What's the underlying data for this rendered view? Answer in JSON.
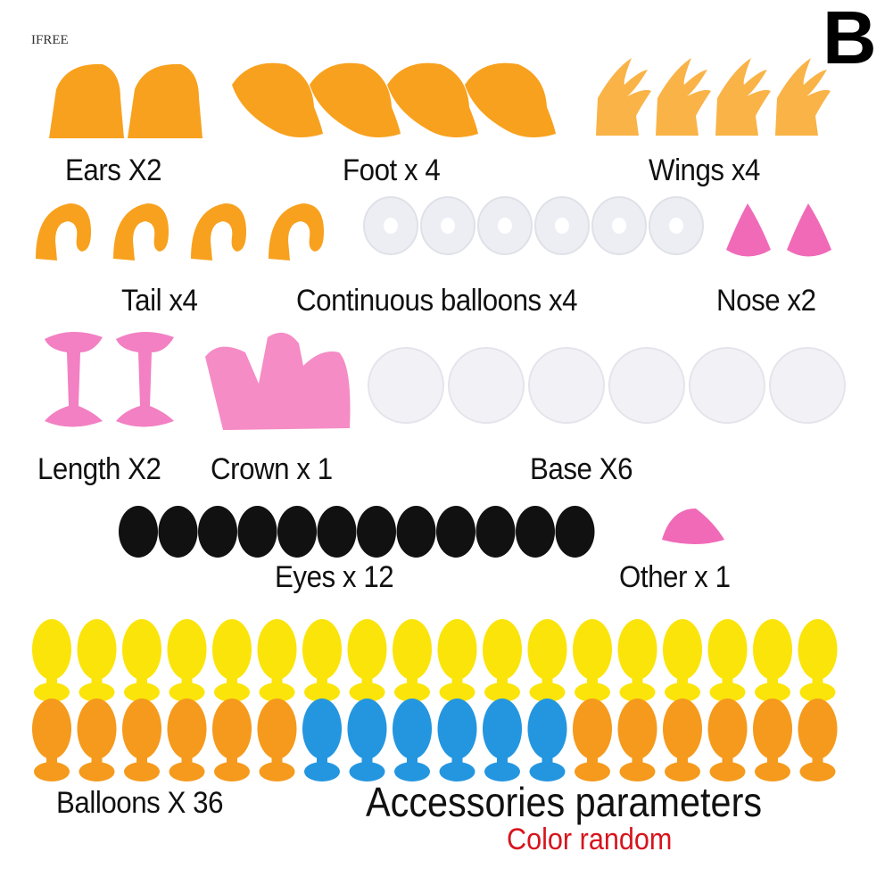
{
  "watermark": "IFREE",
  "badge": "B",
  "colors": {
    "orange": "#f8a11e",
    "pink": "#f06ab8",
    "clear": "#eceef3",
    "black": "#111111",
    "yellow": "#fbe40a",
    "blue": "#2496e0",
    "accent_red": "#d7141d"
  },
  "items": [
    {
      "label": "Ears X2",
      "count": 2
    },
    {
      "label": "Foot x 4",
      "count": 4
    },
    {
      "label": "Wings x4",
      "count": 4
    },
    {
      "label": "Tail x4",
      "count": 4
    },
    {
      "label": "Continuous balloons x4",
      "count": 6
    },
    {
      "label": "Nose x2",
      "count": 2
    },
    {
      "label": "Length X2",
      "count": 2
    },
    {
      "label": "Crown x 1",
      "count": 1
    },
    {
      "label": "Base X6",
      "count": 6
    },
    {
      "label": "Eyes x 12",
      "count": 12
    },
    {
      "label": "Other x 1",
      "count": 1
    },
    {
      "label": "Balloons X 36",
      "count": 36
    }
  ],
  "balloon_rows": {
    "top": [
      "yellow",
      "yellow",
      "yellow",
      "yellow",
      "yellow",
      "yellow",
      "yellow",
      "yellow",
      "yellow",
      "yellow",
      "yellow",
      "yellow",
      "yellow",
      "yellow",
      "yellow",
      "yellow",
      "yellow",
      "yellow"
    ],
    "bottom": [
      "orange",
      "orange",
      "orange",
      "orange",
      "orange",
      "orange",
      "blue",
      "blue",
      "blue",
      "blue",
      "blue",
      "blue",
      "orange",
      "orange",
      "orange",
      "orange",
      "orange",
      "orange"
    ]
  },
  "footer": {
    "title": "Accessories parameters",
    "subtitle": "Color random"
  }
}
